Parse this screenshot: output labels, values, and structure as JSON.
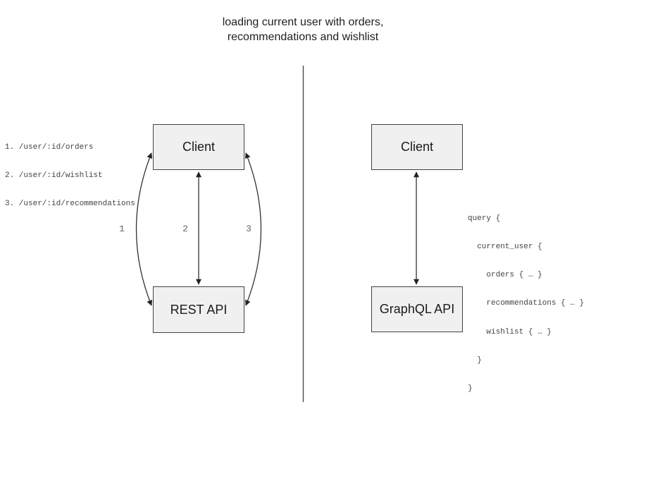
{
  "title": {
    "line1": "loading current user with orders,",
    "line2": "recommendations and wishlist"
  },
  "rest_panel": {
    "endpoints": [
      "1. /user/:id/orders",
      "2. /user/:id/wishlist",
      "3. /user/:id/recommendations"
    ],
    "client_label": "Client",
    "api_label": "REST API",
    "arrow_labels": [
      "1",
      "2",
      "3"
    ]
  },
  "graphql_panel": {
    "client_label": "Client",
    "api_label": "GraphQL API",
    "query_lines": [
      "query {",
      "  current_user {",
      "    orders { … }",
      "    recommendations { … }",
      "    wishlist { … }",
      "  }",
      "}"
    ]
  },
  "colors": {
    "background": "#ffffff",
    "box_fill": "#f0f0f0",
    "box_border": "#424242",
    "arrow_stroke": "#333333",
    "divider": "#4d4d4d",
    "code_text": "#444444",
    "label_muted": "#666666",
    "title_text": "#1f1f1f"
  }
}
